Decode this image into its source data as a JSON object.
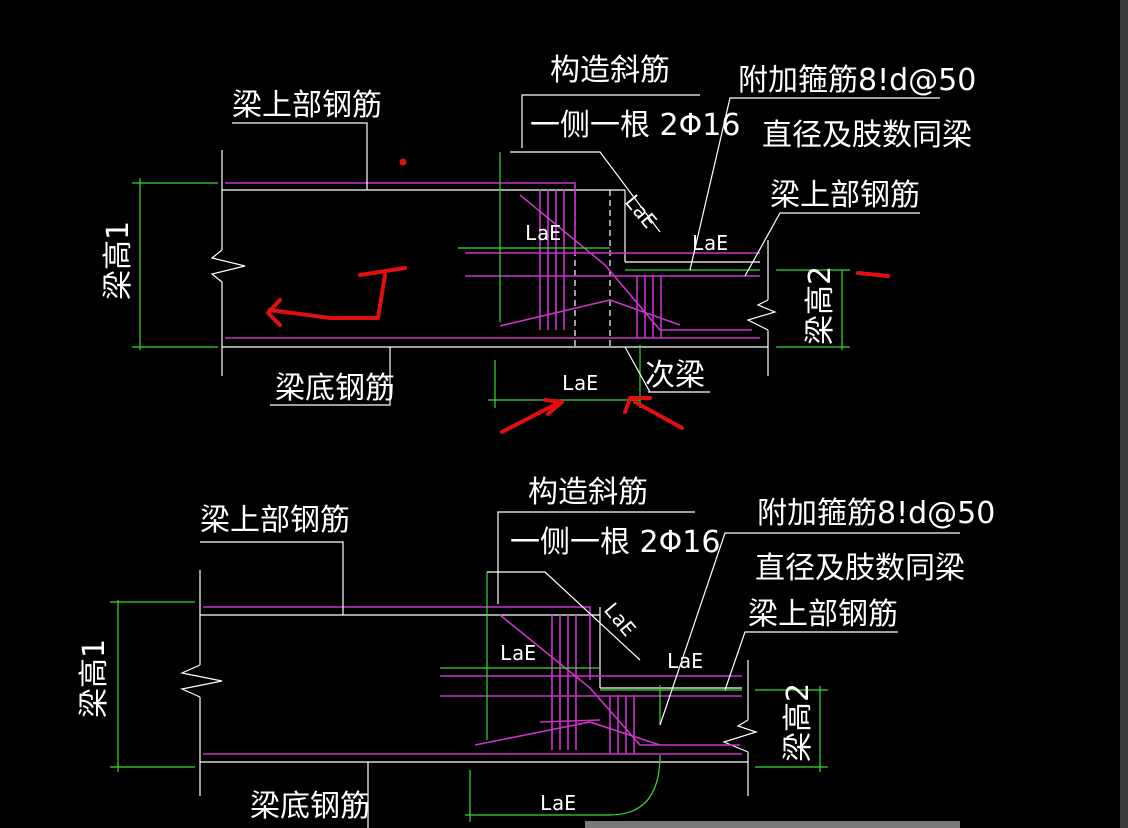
{
  "colors": {
    "background": "#000000",
    "outline": "#ffffff",
    "rebar": "#cc33cc",
    "dimension": "#33dd33",
    "markup": "#e01010"
  },
  "detail_top": {
    "label_top_rebar_main": "梁上部钢筋",
    "label_diagonal_rebar_title": "构造斜筋",
    "label_diagonal_rebar_spec": "一侧一根 2Φ16",
    "label_stirrup_spec": "附加箍筋8!d@50",
    "label_stirrup_note": "直径及肢数同梁",
    "label_top_rebar_secondary": "梁上部钢筋",
    "label_beam_height_1": "梁高1",
    "label_beam_height_2": "梁高2",
    "label_bottom_rebar": "梁底钢筋",
    "label_secondary_beam": "次梁",
    "anchor_lae_1": "LaE",
    "anchor_lae_2": "LaE",
    "anchor_lae_3": "LaE",
    "anchor_lae_4": "LaE"
  },
  "detail_bottom": {
    "label_top_rebar_main": "梁上部钢筋",
    "label_diagonal_rebar_title": "构造斜筋",
    "label_diagonal_rebar_spec": "一侧一根 2Φ16",
    "label_stirrup_spec": "附加箍筋8!d@50",
    "label_stirrup_note": "直径及肢数同梁",
    "label_top_rebar_secondary": "梁上部钢筋",
    "label_beam_height_1": "梁高1",
    "label_beam_height_2": "梁高2",
    "label_bottom_rebar": "梁底钢筋",
    "anchor_lae_1": "LaE",
    "anchor_lae_2": "LaE",
    "anchor_lae_3": "LaE",
    "anchor_lae_4": "LaE"
  }
}
